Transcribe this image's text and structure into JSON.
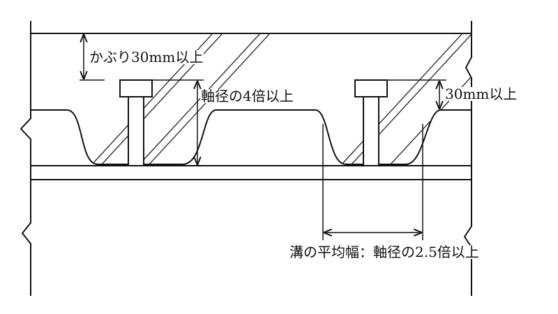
{
  "labels": {
    "cover": "かぶり30mm以上",
    "stud_height": "軸径の4倍以上",
    "top_clearance": "30mm以上",
    "groove_width": "溝の平均幅：軸径の2.5倍以上"
  }
}
